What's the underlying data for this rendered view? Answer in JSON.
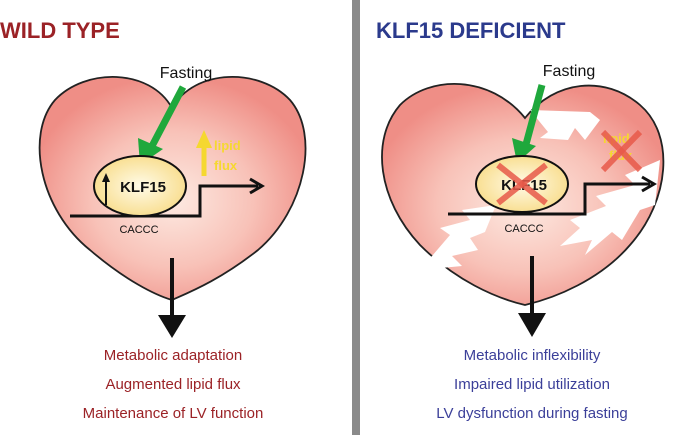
{
  "panels": {
    "wild_type": {
      "title": "WILD TYPE",
      "stimulus": "Fasting",
      "factor": "KLF15",
      "promoter": "CACCC",
      "flux_label": [
        "lipid",
        "flux"
      ],
      "outcomes": [
        "Metabolic adaptation",
        "Augmented lipid flux",
        "Maintenance of LV function"
      ]
    },
    "deficient": {
      "title": "KLF15 DEFICIENT",
      "stimulus": "Fasting",
      "factor": "KLF15",
      "promoter": "CACCC",
      "flux_label": [
        "lipid",
        "flux"
      ],
      "outcomes": [
        "Metabolic inflexibility",
        "Impaired lipid utilization",
        "LV dysfunction during fasting"
      ]
    }
  },
  "colors": {
    "wild_type_title": "#9b2226",
    "wild_type_text": "#9b2226",
    "deficient_title": "#2b3a8c",
    "deficient_text": "#3b3f99",
    "heart_fill": "#f4a6a0",
    "heart_center": "#fde8df",
    "divider": "#888888",
    "green_arrow": "#1fa83c",
    "yellow": "#f5d830",
    "cross": "#e85a4a",
    "ellipse_fill": "#fbe7a6"
  }
}
